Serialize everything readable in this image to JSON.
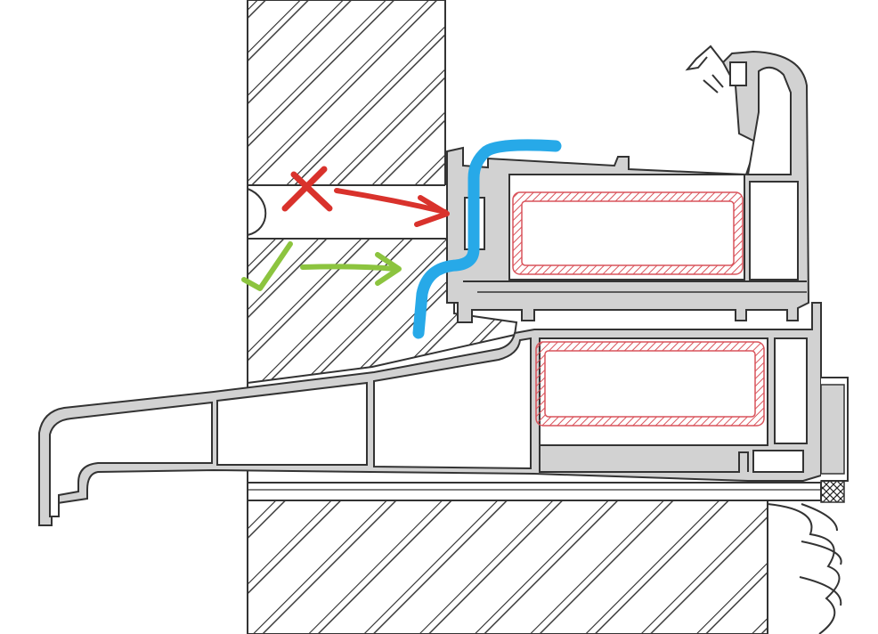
{
  "diagram": {
    "colors": {
      "background": "#ffffff",
      "outline": "#333333",
      "profile_fill": "#d2d2d2",
      "chamber_fill": "#ffffff",
      "hatch": "#2a2a2a",
      "reinforcement": "#d9535b",
      "annotation_wrong": "#d9322c",
      "annotation_right": "#8cc43f",
      "annotation_seal": "#27a9e8"
    },
    "annotations": [
      {
        "name": "cross-mark-icon",
        "meaning": "wrong",
        "color_key": "annotation_wrong"
      },
      {
        "name": "check-mark-icon",
        "meaning": "correct",
        "color_key": "annotation_right"
      },
      {
        "name": "seal-line",
        "meaning": "seal path",
        "color_key": "annotation_seal"
      }
    ]
  }
}
